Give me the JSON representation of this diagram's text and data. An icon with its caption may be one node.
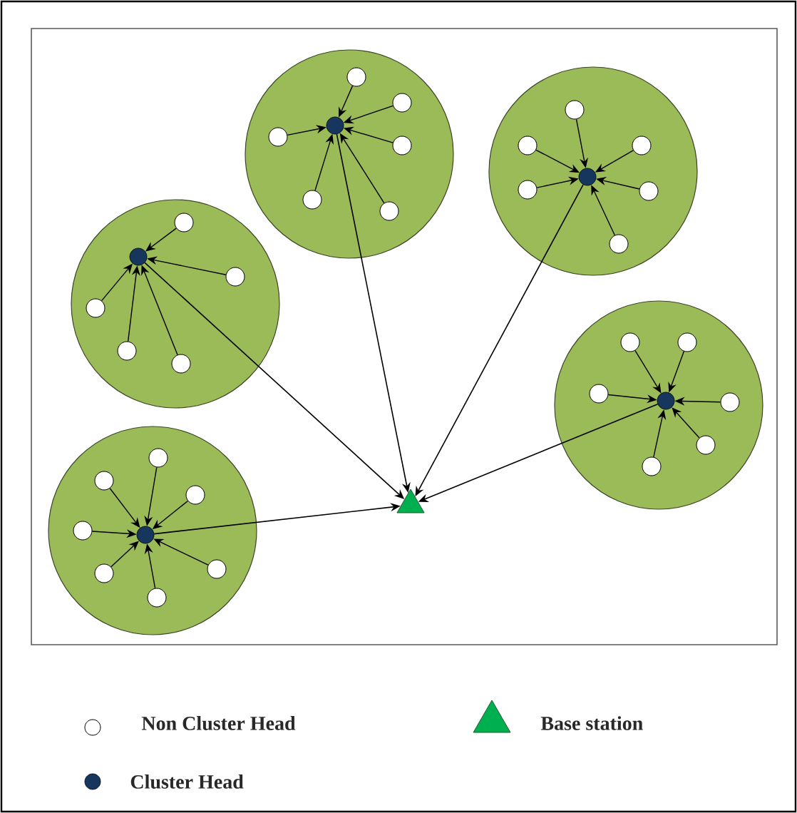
{
  "diagram": {
    "nodes": [
      {
        "text": [],
        "shape": "circle"
      },
      {
        "text": [],
        "shape": "circle",
        "in": 0
      },
      {
        "text": [],
        "shape": "circle",
        "in": 0
      },
      {
        "text": [],
        "shape": "circle",
        "in": 0
      },
      {
        "text": [],
        "shape": "circle",
        "in": 0
      },
      {
        "text": [],
        "shape": "circle",
        "in": 0
      },
      {
        "text": [],
        "shape": "circle",
        "in": 0
      },
      {
        "text": [],
        "shape": "circle",
        "in": 0
      },
      {
        "text": [],
        "shape": "circle"
      },
      {
        "text": [],
        "shape": "circle",
        "in": 8
      },
      {
        "text": [],
        "shape": "circle",
        "in": 8
      },
      {
        "text": [],
        "shape": "circle",
        "in": 8
      },
      {
        "text": [],
        "shape": "circle",
        "in": 8
      },
      {
        "text": [],
        "shape": "circle",
        "in": 8
      },
      {
        "text": [],
        "shape": "circle",
        "in": 8
      },
      {
        "text": [],
        "shape": "circle",
        "in": 8
      },
      {
        "text": [],
        "shape": "circle"
      },
      {
        "text": [],
        "shape": "circle",
        "in": 16
      },
      {
        "text": [],
        "shape": "circle",
        "in": 16
      },
      {
        "text": [],
        "shape": "circle",
        "in": 16
      },
      {
        "text": [],
        "shape": "circle",
        "in": 16
      },
      {
        "text": [],
        "shape": "circle",
        "in": 16
      },
      {
        "text": [],
        "shape": "circle",
        "in": 16
      },
      {
        "text": [],
        "shape": "circle"
      },
      {
        "text": [],
        "shape": "circle",
        "in": 23
      },
      {
        "text": [],
        "shape": "circle",
        "in": 23
      },
      {
        "text": [],
        "shape": "circle",
        "in": 23
      },
      {
        "text": [],
        "shape": "circle",
        "in": 23
      },
      {
        "text": [],
        "shape": "circle",
        "in": 23
      },
      {
        "text": [],
        "shape": "circle",
        "in": 23
      },
      {
        "text": [],
        "shape": "circle",
        "in": 23
      },
      {
        "text": [],
        "shape": "circle"
      },
      {
        "text": [],
        "shape": "circle",
        "in": 31
      },
      {
        "text": [],
        "shape": "circle",
        "in": 31
      },
      {
        "text": [],
        "shape": "circle",
        "in": 31
      },
      {
        "text": [],
        "shape": "circle",
        "in": 31
      },
      {
        "text": [],
        "shape": "circle",
        "in": 31
      },
      {
        "text": [],
        "shape": "circle",
        "in": 31
      },
      {
        "text": [],
        "shape": "circle",
        "in": 31
      },
      {
        "text": [],
        "shape": "circle",
        "in": 31
      },
      {
        "text": [],
        "shape": "triangle"
      }
    ],
    "edges": [
      {
        "from": 2,
        "to": 1,
        "arrow": "to"
      },
      {
        "from": 3,
        "to": 1,
        "arrow": "to"
      },
      {
        "from": 4,
        "to": 1,
        "arrow": "to"
      },
      {
        "from": 5,
        "to": 1,
        "arrow": "to"
      },
      {
        "from": 6,
        "to": 1,
        "arrow": "to"
      },
      {
        "from": 7,
        "to": 1,
        "arrow": "to"
      },
      {
        "from": 10,
        "to": 9,
        "arrow": "to"
      },
      {
        "from": 11,
        "to": 9,
        "arrow": "to"
      },
      {
        "from": 12,
        "to": 9,
        "arrow": "to"
      },
      {
        "from": 13,
        "to": 9,
        "arrow": "to"
      },
      {
        "from": 14,
        "to": 9,
        "arrow": "to"
      },
      {
        "from": 15,
        "to": 9,
        "arrow": "to"
      },
      {
        "from": 18,
        "to": 17,
        "arrow": "to"
      },
      {
        "from": 19,
        "to": 17,
        "arrow": "to"
      },
      {
        "from": 20,
        "to": 17,
        "arrow": "to"
      },
      {
        "from": 21,
        "to": 17,
        "arrow": "to"
      },
      {
        "from": 22,
        "to": 17,
        "arrow": "to"
      },
      {
        "from": 25,
        "to": 24,
        "arrow": "to"
      },
      {
        "from": 26,
        "to": 24,
        "arrow": "to"
      },
      {
        "from": 27,
        "to": 24,
        "arrow": "to"
      },
      {
        "from": 28,
        "to": 24,
        "arrow": "to"
      },
      {
        "from": 29,
        "to": 24,
        "arrow": "to"
      },
      {
        "from": 30,
        "to": 24,
        "arrow": "to"
      },
      {
        "from": 33,
        "to": 32,
        "arrow": "to"
      },
      {
        "from": 34,
        "to": 32,
        "arrow": "to"
      },
      {
        "from": 35,
        "to": 32,
        "arrow": "to"
      },
      {
        "from": 36,
        "to": 32,
        "arrow": "to"
      },
      {
        "from": 37,
        "to": 32,
        "arrow": "to"
      },
      {
        "from": 38,
        "to": 32,
        "arrow": "to"
      },
      {
        "from": 39,
        "to": 32,
        "arrow": "to"
      },
      {
        "from": 1,
        "to": 40,
        "arrow": "to"
      },
      {
        "from": 9,
        "to": 40,
        "arrow": "to"
      },
      {
        "from": 17,
        "to": 40,
        "arrow": "to"
      },
      {
        "from": 24,
        "to": 40,
        "arrow": "to"
      },
      {
        "from": 32,
        "to": 40,
        "arrow": "to"
      }
    ],
    "legend": [
      {
        "text": "Non Cluster Head"
      },
      {
        "text": "Base station"
      },
      {
        "text": "Cluster Head"
      }
    ]
  }
}
